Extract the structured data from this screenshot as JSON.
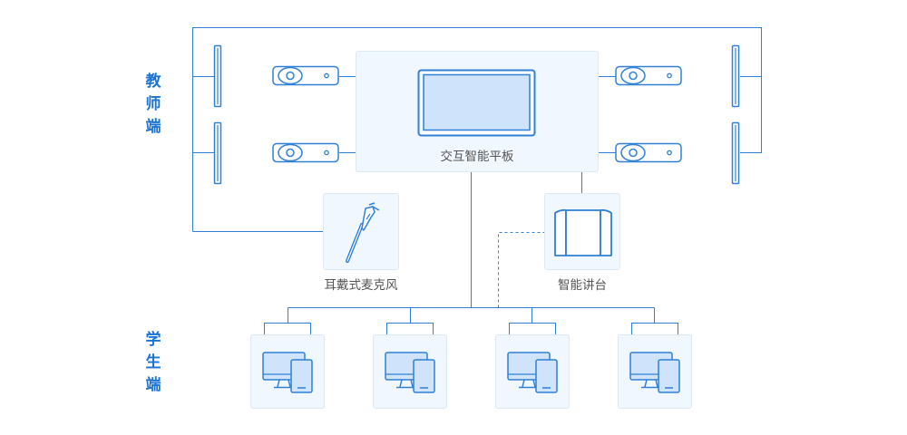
{
  "teacher_side": {
    "label": [
      "教",
      "师",
      "端"
    ]
  },
  "student_side": {
    "label": [
      "学",
      "生",
      "端"
    ]
  },
  "center_board": {
    "caption": "交互智能平板",
    "icon": "tablet-display-icon"
  },
  "microphone": {
    "caption": "耳戴式麦克风",
    "icon": "headset-microphone-icon"
  },
  "podium": {
    "caption": "智能讲台",
    "icon": "podium-icon"
  },
  "speakers": {
    "icon": "speaker-column-icon",
    "count": 4
  },
  "cameras": {
    "icon": "camera-icon",
    "count": 4
  },
  "student_terminals": {
    "icon": "monitor-tablet-icon",
    "count": 4
  },
  "colors": {
    "accent": "#1a73d4",
    "line": "#2f80d6",
    "box_fill": "#f1f7fe",
    "box_border": "#dbe8f6",
    "screen_fill": "#cfe3fb",
    "caption": "#555555"
  }
}
